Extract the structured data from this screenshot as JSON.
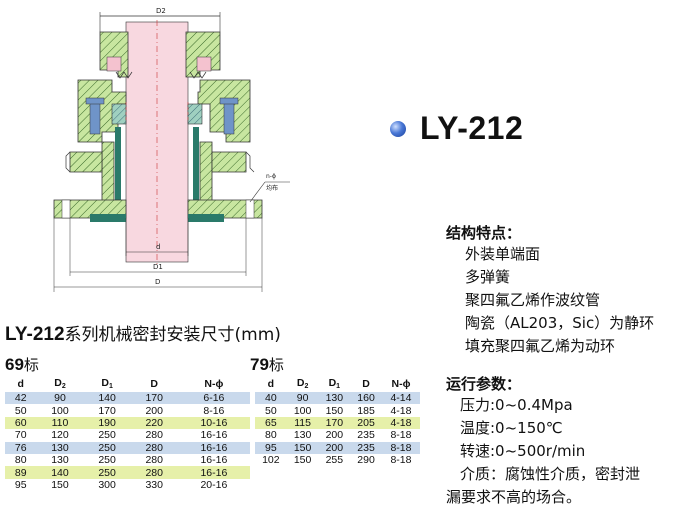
{
  "product": {
    "model": "LY-212"
  },
  "drawing": {
    "labels": {
      "d2": "D2",
      "d": "d",
      "d1": "D1",
      "D": "D",
      "n_phi": "n-ϕ",
      "uniform": "均布"
    }
  },
  "features": {
    "title": "结构特点：",
    "items": [
      "外装单端面",
      "多弹簧",
      "聚四氟乙烯作波纹管",
      "陶瓷（AL203，Sic）为静环",
      "填充聚四氟乙烯为动环"
    ]
  },
  "params": {
    "title": "运行参数：",
    "items": [
      "压力:0~0.4Mpa",
      "温度:0~150℃",
      "转速:0~500r/min",
      "介质：腐蚀性介质，密封泄",
      "漏要求不高的场合。"
    ]
  },
  "table_title": {
    "model": "LY-212",
    "text": "系列机械密封安装尺寸(mm)"
  },
  "std69": {
    "num": "69",
    "label": "标",
    "headers": [
      "d",
      "D2",
      "D1",
      "D",
      "N-ϕ"
    ],
    "rows": [
      [
        "42",
        "90",
        "140",
        "170",
        "6-16"
      ],
      [
        "50",
        "100",
        "170",
        "200",
        "8-16"
      ],
      [
        "60",
        "110",
        "190",
        "220",
        "10-16"
      ],
      [
        "70",
        "120",
        "250",
        "280",
        "16-16"
      ],
      [
        "76",
        "130",
        "250",
        "280",
        "16-16"
      ],
      [
        "80",
        "130",
        "250",
        "280",
        "16-16"
      ],
      [
        "89",
        "140",
        "250",
        "280",
        "16-16"
      ],
      [
        "95",
        "150",
        "300",
        "330",
        "20-16"
      ]
    ]
  },
  "std79": {
    "num": "79",
    "label": "标",
    "headers": [
      "d",
      "D2",
      "D1",
      "D",
      "N-ϕ"
    ],
    "rows": [
      [
        "40",
        "90",
        "130",
        "160",
        "4-14"
      ],
      [
        "50",
        "100",
        "150",
        "185",
        "4-18"
      ],
      [
        "65",
        "115",
        "170",
        "205",
        "4-18"
      ],
      [
        "80",
        "130",
        "200",
        "235",
        "8-18"
      ],
      [
        "95",
        "150",
        "200",
        "235",
        "8-18"
      ],
      [
        "102",
        "150",
        "255",
        "290",
        "8-18"
      ]
    ]
  },
  "colors": {
    "hatch_green": "#c8e6a0",
    "pink": "#f4c2cf",
    "steel_blue": "#6f94c8",
    "row_blue": "#c9d9ec",
    "row_green": "#e6f0a9"
  }
}
